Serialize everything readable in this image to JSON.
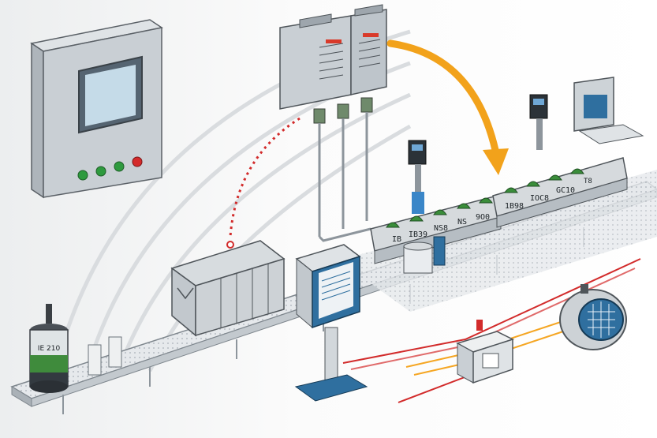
{
  "illustration": {
    "colors": {
      "enclosure": "#c9cfd4",
      "screen_blue": "#2f6f9f",
      "arrow_orange": "#f2a21b",
      "signal_red": "#d22b2b",
      "wire_orange": "#f5a623",
      "product_green": "#3a8d3a",
      "conveyor_gray": "#b9bfc4"
    },
    "hmi_panel": {
      "buttons": [
        "green",
        "green",
        "green",
        "red"
      ]
    },
    "motor": {
      "label": "IE 210"
    },
    "conveyor_front": {
      "labels": [
        "IB",
        "IB39",
        "NS8",
        "NS",
        "9O0"
      ]
    },
    "conveyor_rear": {
      "labels": [
        "1B98",
        "IOC8",
        "GC10",
        "T8"
      ]
    }
  }
}
